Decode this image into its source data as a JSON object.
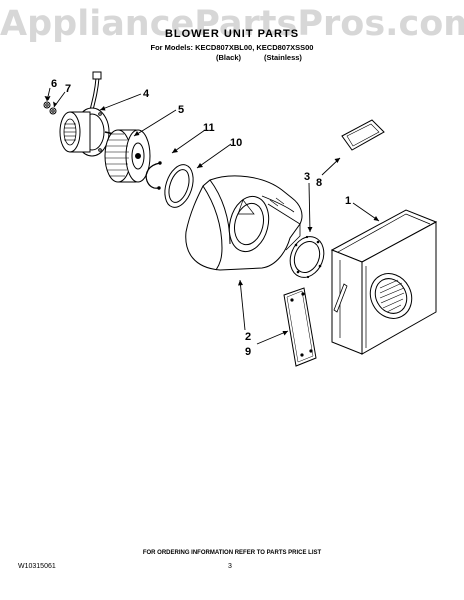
{
  "watermark": "AppliancePartsPros.com",
  "title": "BLOWER UNIT PARTS",
  "models_line": "For Models: KECD807XBL00, KECD807XSS00",
  "variants": [
    "(Black)",
    "(Stainless)"
  ],
  "callouts": [
    "1",
    "2",
    "3",
    "4",
    "5",
    "6",
    "7",
    "8",
    "9",
    "10",
    "11"
  ],
  "footer": {
    "ordering_note": "FOR ORDERING INFORMATION REFER TO PARTS PRICE LIST",
    "doc_number": "W10315061",
    "page_number": "3"
  }
}
